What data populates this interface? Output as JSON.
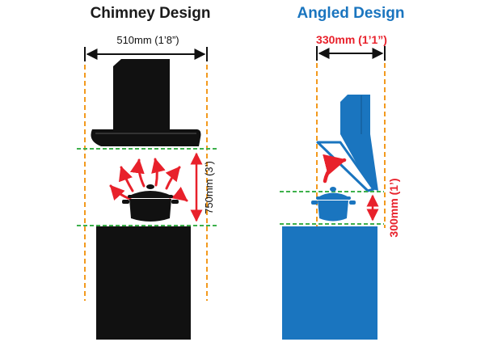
{
  "colors": {
    "black": "#111111",
    "blue": "#1a75bf",
    "red": "#e8212b",
    "orange_guide": "#f39a1e",
    "green_guide": "#3db04b",
    "title_black": "#1a1a1a",
    "title_blue": "#1a75bf"
  },
  "chimney": {
    "title": "Chimney Design",
    "width_label": "510mm (1’8”)",
    "height_label": "750mm (3’)",
    "icons": [
      "chimney-hood-icon",
      "cooking-pot-icon",
      "steam-arrows-icon",
      "counter-block"
    ]
  },
  "angled": {
    "title": "Angled Design",
    "width_label": "330mm (1’1”)",
    "height_label": "300mm (1’)",
    "icons": [
      "angled-hood-icon",
      "cooking-pot-icon",
      "steam-arrow-icon",
      "counter-block"
    ]
  }
}
